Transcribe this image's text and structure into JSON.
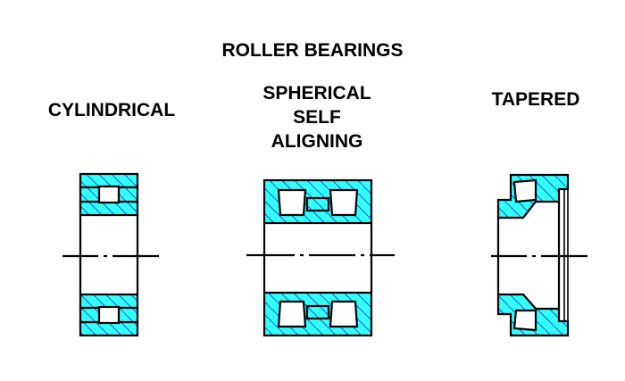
{
  "title": "ROLLER BEARINGS",
  "bearings": [
    {
      "id": "cylindrical",
      "label": [
        "CYLINDRICAL"
      ]
    },
    {
      "id": "spherical",
      "label": [
        "SPHERICAL",
        "SELF",
        "ALIGNING"
      ]
    },
    {
      "id": "tapered",
      "label": [
        "TAPERED"
      ]
    }
  ],
  "colors": {
    "hatch_fill": "#33ffff",
    "hatch_line": "#0000cc",
    "line": "#000000",
    "background": "#ffffff"
  }
}
